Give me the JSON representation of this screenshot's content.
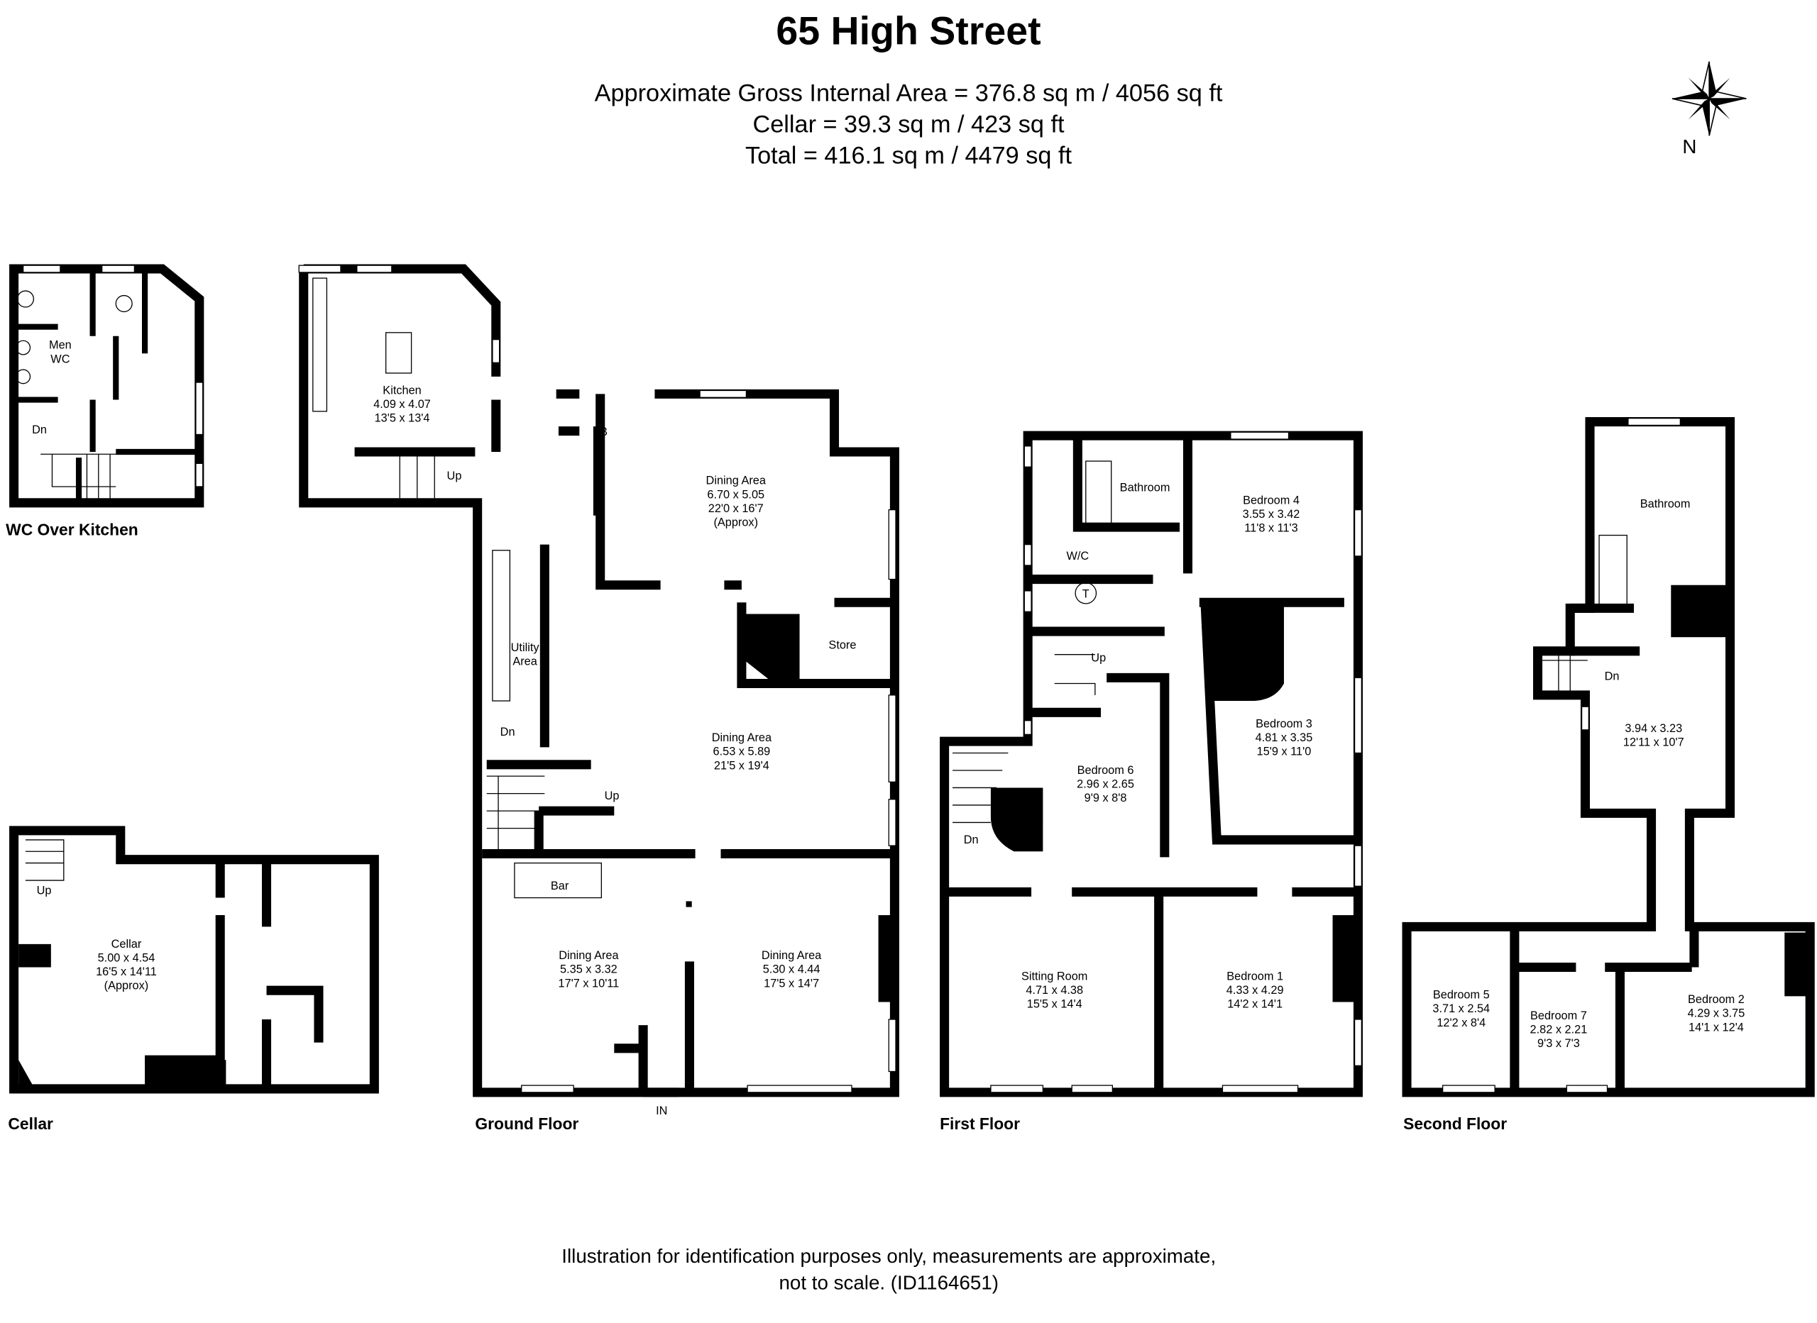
{
  "header": {
    "title": "65 High Street",
    "area_lines": [
      "Approximate Gross Internal Area = 376.8 sq m / 4056 sq ft",
      "Cellar = 39.3 sq m / 423 sq ft",
      "Total = 416.1 sq m / 4479 sq ft"
    ]
  },
  "compass": {
    "label": "N",
    "icon": "compass-rose-icon"
  },
  "floors": [
    {
      "name": "WC Over Kitchen",
      "labels": [
        {
          "lines": [
            "Men",
            "WC"
          ]
        },
        {
          "lines": [
            "Dn"
          ]
        }
      ]
    },
    {
      "name": "Ground Floor",
      "labels": [
        {
          "lines": [
            "Kitchen",
            "4.09 x 4.07",
            "13'5 x 13'4"
          ]
        },
        {
          "lines": [
            "Up"
          ]
        },
        {
          "lines": [
            "B"
          ]
        },
        {
          "lines": [
            "Dining Area",
            "6.70 x 5.05",
            "22'0 x 16'7",
            "(Approx)"
          ]
        },
        {
          "lines": [
            "Store"
          ]
        },
        {
          "lines": [
            "Utility",
            "Area"
          ]
        },
        {
          "lines": [
            "Dn"
          ]
        },
        {
          "lines": [
            "Dining Area",
            "6.53 x 5.89",
            "21'5 x 19'4"
          ]
        },
        {
          "lines": [
            "Up"
          ]
        },
        {
          "lines": [
            "Bar"
          ]
        },
        {
          "lines": [
            "Dining Area",
            "5.35 x 3.32",
            "17'7 x 10'11"
          ]
        },
        {
          "lines": [
            "Dining Area",
            "5.30 x 4.44",
            "17'5 x 14'7"
          ]
        },
        {
          "lines": [
            "IN"
          ]
        }
      ]
    },
    {
      "name": "First Floor",
      "labels": [
        {
          "lines": [
            "Bathroom"
          ]
        },
        {
          "lines": [
            "W/C"
          ]
        },
        {
          "lines": [
            "T"
          ]
        },
        {
          "lines": [
            "Up"
          ]
        },
        {
          "lines": [
            "Bedroom 4",
            "3.55 x 3.42",
            "11'8 x 11'3"
          ]
        },
        {
          "lines": [
            "Bedroom 3",
            "4.81 x 3.35",
            "15'9 x 11'0"
          ]
        },
        {
          "lines": [
            "Bedroom 6",
            "2.96 x 2.65",
            "9'9 x 8'8"
          ]
        },
        {
          "lines": [
            "Dn"
          ]
        },
        {
          "lines": [
            "Sitting Room",
            "4.71 x 4.38",
            "15'5 x 14'4"
          ]
        },
        {
          "lines": [
            "Bedroom 1",
            "4.33 x 4.29",
            "14'2 x 14'1"
          ]
        }
      ]
    },
    {
      "name": "Second Floor",
      "labels": [
        {
          "lines": [
            "Bathroom"
          ]
        },
        {
          "lines": [
            "Dn"
          ]
        },
        {
          "lines": [
            "3.94 x 3.23",
            "12'11 x 10'7"
          ]
        },
        {
          "lines": [
            "Bedroom 5",
            "3.71 x 2.54",
            "12'2 x 8'4"
          ]
        },
        {
          "lines": [
            "Bedroom 7",
            "2.82 x 2.21",
            "9'3 x 7'3"
          ]
        },
        {
          "lines": [
            "Bedroom 2",
            "4.29 x 3.75",
            "14'1 x 12'4"
          ]
        }
      ]
    },
    {
      "name": "Cellar",
      "labels": [
        {
          "lines": [
            "Up"
          ]
        },
        {
          "lines": [
            "Cellar",
            "5.00 x 4.54",
            "16'5 x 14'11",
            "(Approx)"
          ]
        }
      ]
    }
  ],
  "footer": {
    "lines": [
      "Illustration for identification purposes only, measurements are approximate,",
      "not to scale. (ID1164651)"
    ]
  }
}
